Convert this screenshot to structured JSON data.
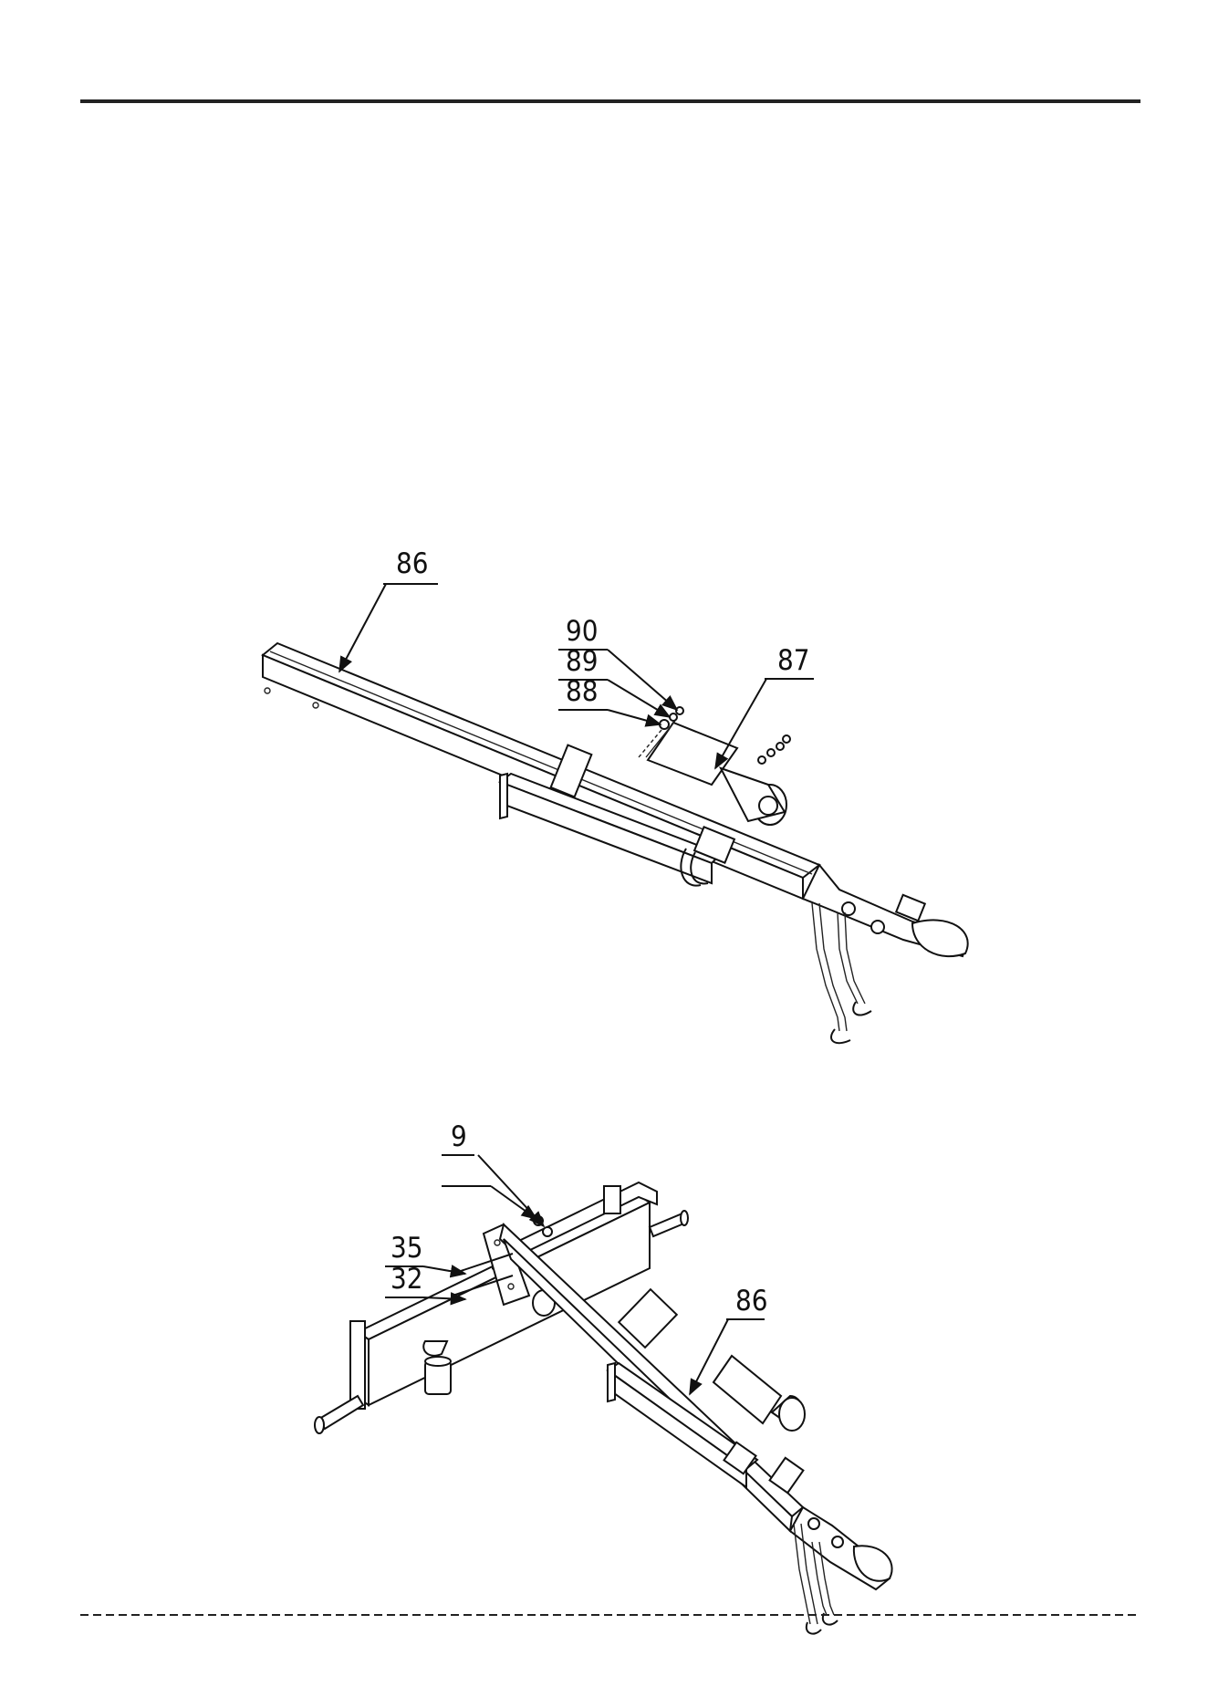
{
  "page": {
    "background": "#ffffff",
    "line_color": "#111111"
  },
  "figure_top": {
    "callouts": {
      "c86": "86",
      "c87": "87",
      "c88": "88",
      "c89": "89",
      "c90": "90"
    }
  },
  "figure_bottom": {
    "callouts": {
      "c9": "9",
      "c35": "35",
      "c32": "32",
      "c86": "86"
    }
  }
}
